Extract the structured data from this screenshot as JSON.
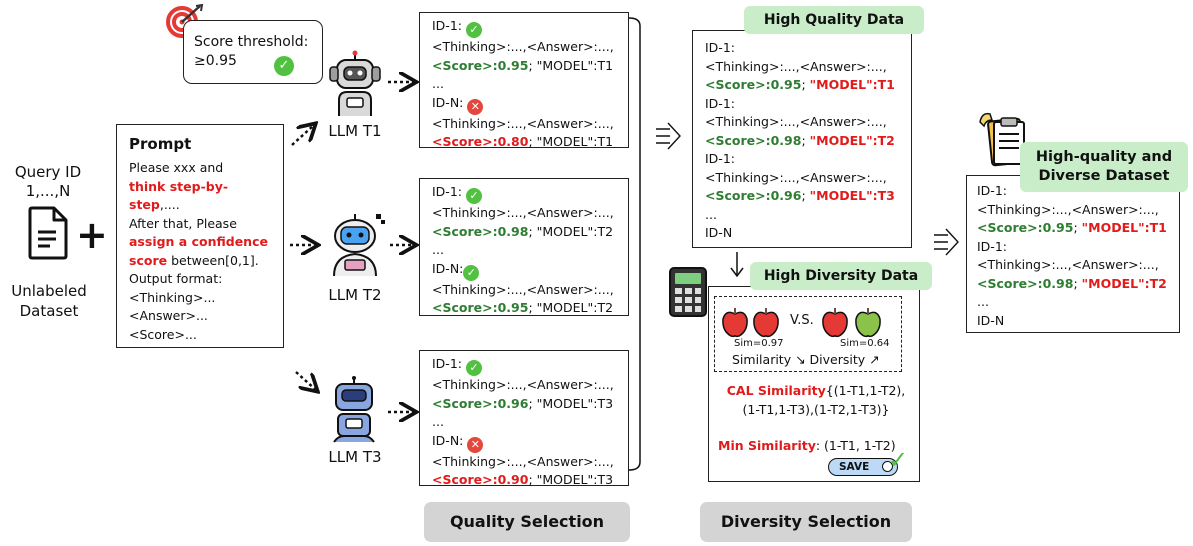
{
  "query": {
    "line1": "Query ID",
    "line2": "1,...,N",
    "dataset1": "Unlabeled",
    "dataset2": "Dataset"
  },
  "prompt": {
    "title": "Prompt",
    "l1": "Please xxx and",
    "l2": "think step-by-",
    "l3a": "step",
    "l3b": ",....",
    "l4": "After that, Please",
    "l5": "assign a confidence",
    "l6a": "score",
    "l6b": " between[0,1].",
    "l7": "Output format:",
    "l8": "<Thinking>...",
    "l9": "<Answer>...",
    "l10": "<Score>..."
  },
  "threshold": {
    "l1": "Score threshold:",
    "l2": "≥0.95"
  },
  "llms": {
    "t1": "LLM T1",
    "t2": "LLM T2",
    "t3": "LLM T3"
  },
  "common": {
    "id1": "ID-1:",
    "idn": "ID-N:",
    "idn_plain": "ID-N",
    "ellipsis": "...",
    "thinking": "<Thinking>:...,<Answer>:...,",
    "model_label": "\"MODEL\":",
    "sep": ";"
  },
  "t1_box": {
    "score1": "<Score>:0.95",
    "model1": "T1",
    "score2": "<Score>:0.80",
    "model2": "T1"
  },
  "t2_box": {
    "score1": "<Score>:0.98",
    "model1": "T2",
    "score2": "<Score>:0.95",
    "model2": "T2"
  },
  "t3_box": {
    "score1": "<Score>:0.96",
    "model1": "T3",
    "score2": "<Score>:0.90",
    "model2": "T3"
  },
  "hq": {
    "title": "High Quality Data",
    "r1_score": "<Score>:0.95",
    "r1_model": "\"MODEL\":T1",
    "r2_score": "<Score>:0.98",
    "r2_model": "\"MODEL\":T2",
    "r3_score": "<Score>:0.96",
    "r3_model": "\"MODEL\":T3"
  },
  "hd": {
    "title": "High Diversity Data",
    "vs": "V.S.",
    "sim1": "Sim=0.97",
    "sim2": "Sim=0.64",
    "similarity": "Similarity",
    "diversity": "Diversity",
    "cal_label": "CAL Similarity",
    "cal_a": "{(1-T1,1-T2),",
    "cal_b": "(1-T1,1-T3),(1-T2,1-T3)}",
    "min_label": "Min Similarity",
    "min_val": ": (1-T1, 1-T2)",
    "save": "SAVE"
  },
  "final": {
    "title1": "High-quality and",
    "title2": "Diverse Dataset",
    "r1_score": "<Score>:0.95",
    "r1_model": "\"MODEL\":T1",
    "r2_score": "<Score>:0.98",
    "r2_model": "\"MODEL\":T2"
  },
  "labels": {
    "quality": "Quality Selection",
    "diversity": "Diversity Selection"
  },
  "colors": {
    "green_text": "#2e7d32",
    "red_text": "#e01b1b",
    "tag_green": "#c8edc8",
    "tag_gray": "#d4d4d4"
  },
  "icons": [
    "document-icon",
    "target-icon",
    "robot-icon",
    "calculator-icon",
    "apple-icon",
    "clipboard-icon",
    "check-icon",
    "cross-icon",
    "arrow-icon"
  ]
}
